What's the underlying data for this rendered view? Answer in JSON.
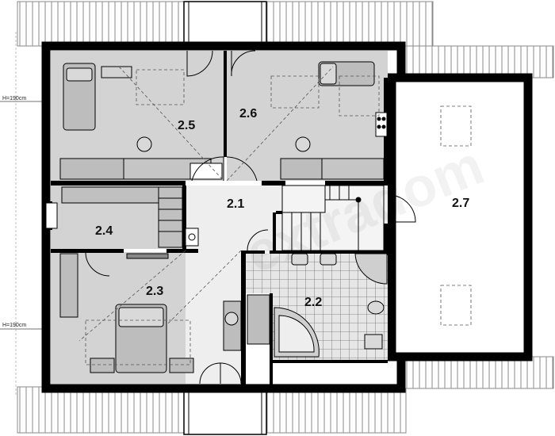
{
  "rooms": {
    "r21": "2.1",
    "r22": "2.2",
    "r23": "2.3",
    "r24": "2.4",
    "r25": "2.5",
    "r26": "2.6",
    "r27": "2.7"
  },
  "height_notes": {
    "upper": "H=190cm",
    "lower": "H=190cm"
  },
  "watermark": "extradom",
  "colors": {
    "wall": "#000000",
    "room_fill": "#d3d3d3",
    "hall_fill": "#eeeeee",
    "roof_hatch": "#888888",
    "bath_tile": "#6a6a6a"
  }
}
